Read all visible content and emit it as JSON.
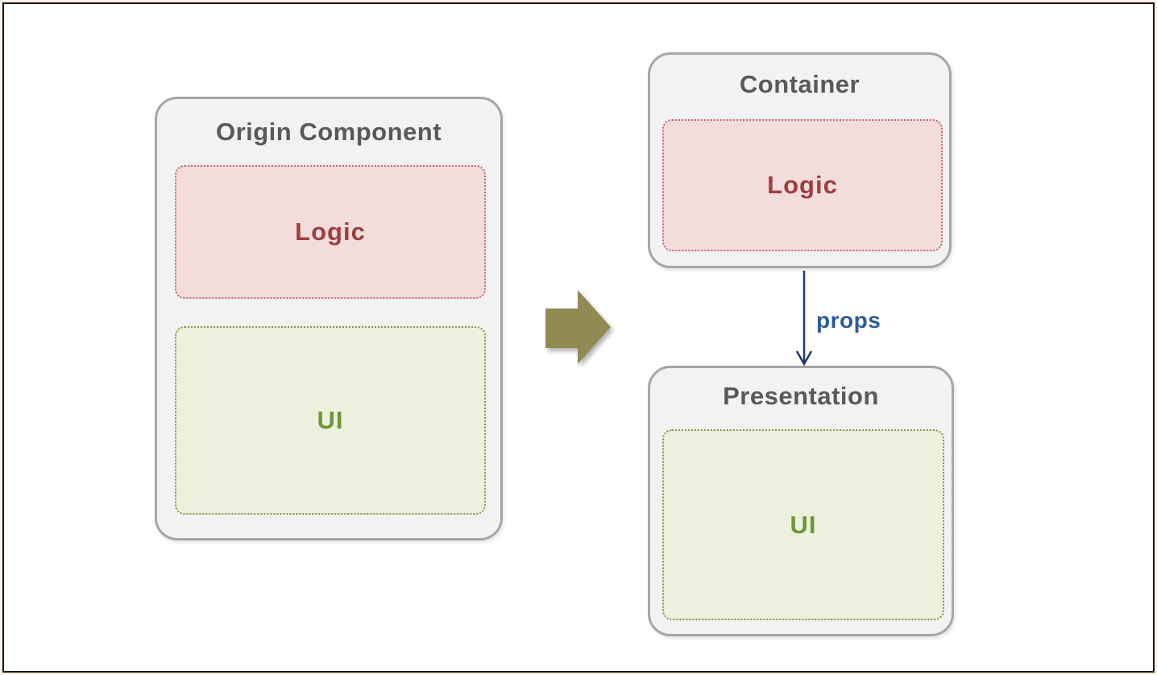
{
  "diagram": {
    "origin_panel": {
      "title": "Origin Component",
      "logic_label": "Logic",
      "ui_label": "UI"
    },
    "container_panel": {
      "title": "Container",
      "logic_label": "Logic"
    },
    "presentation_panel": {
      "title": "Presentation",
      "ui_label": "UI"
    },
    "props_label": "props",
    "colors": {
      "frame_outer": "#fdf0e6",
      "frame_border": "#161616",
      "panel_fill": "#f2f2f2",
      "panel_border": "#a6a6a6",
      "title_text": "#595959",
      "logic_fill": "#f2dcdc",
      "logic_border": "#c96a6a",
      "logic_text": "#9e3e3e",
      "ui_fill": "#ecf0dd",
      "ui_border": "#7c9a45",
      "ui_text": "#6f9739",
      "transform_arrow": "#918a52",
      "props_arrow": "#1f3b66",
      "props_text": "#2d5c9c"
    }
  }
}
